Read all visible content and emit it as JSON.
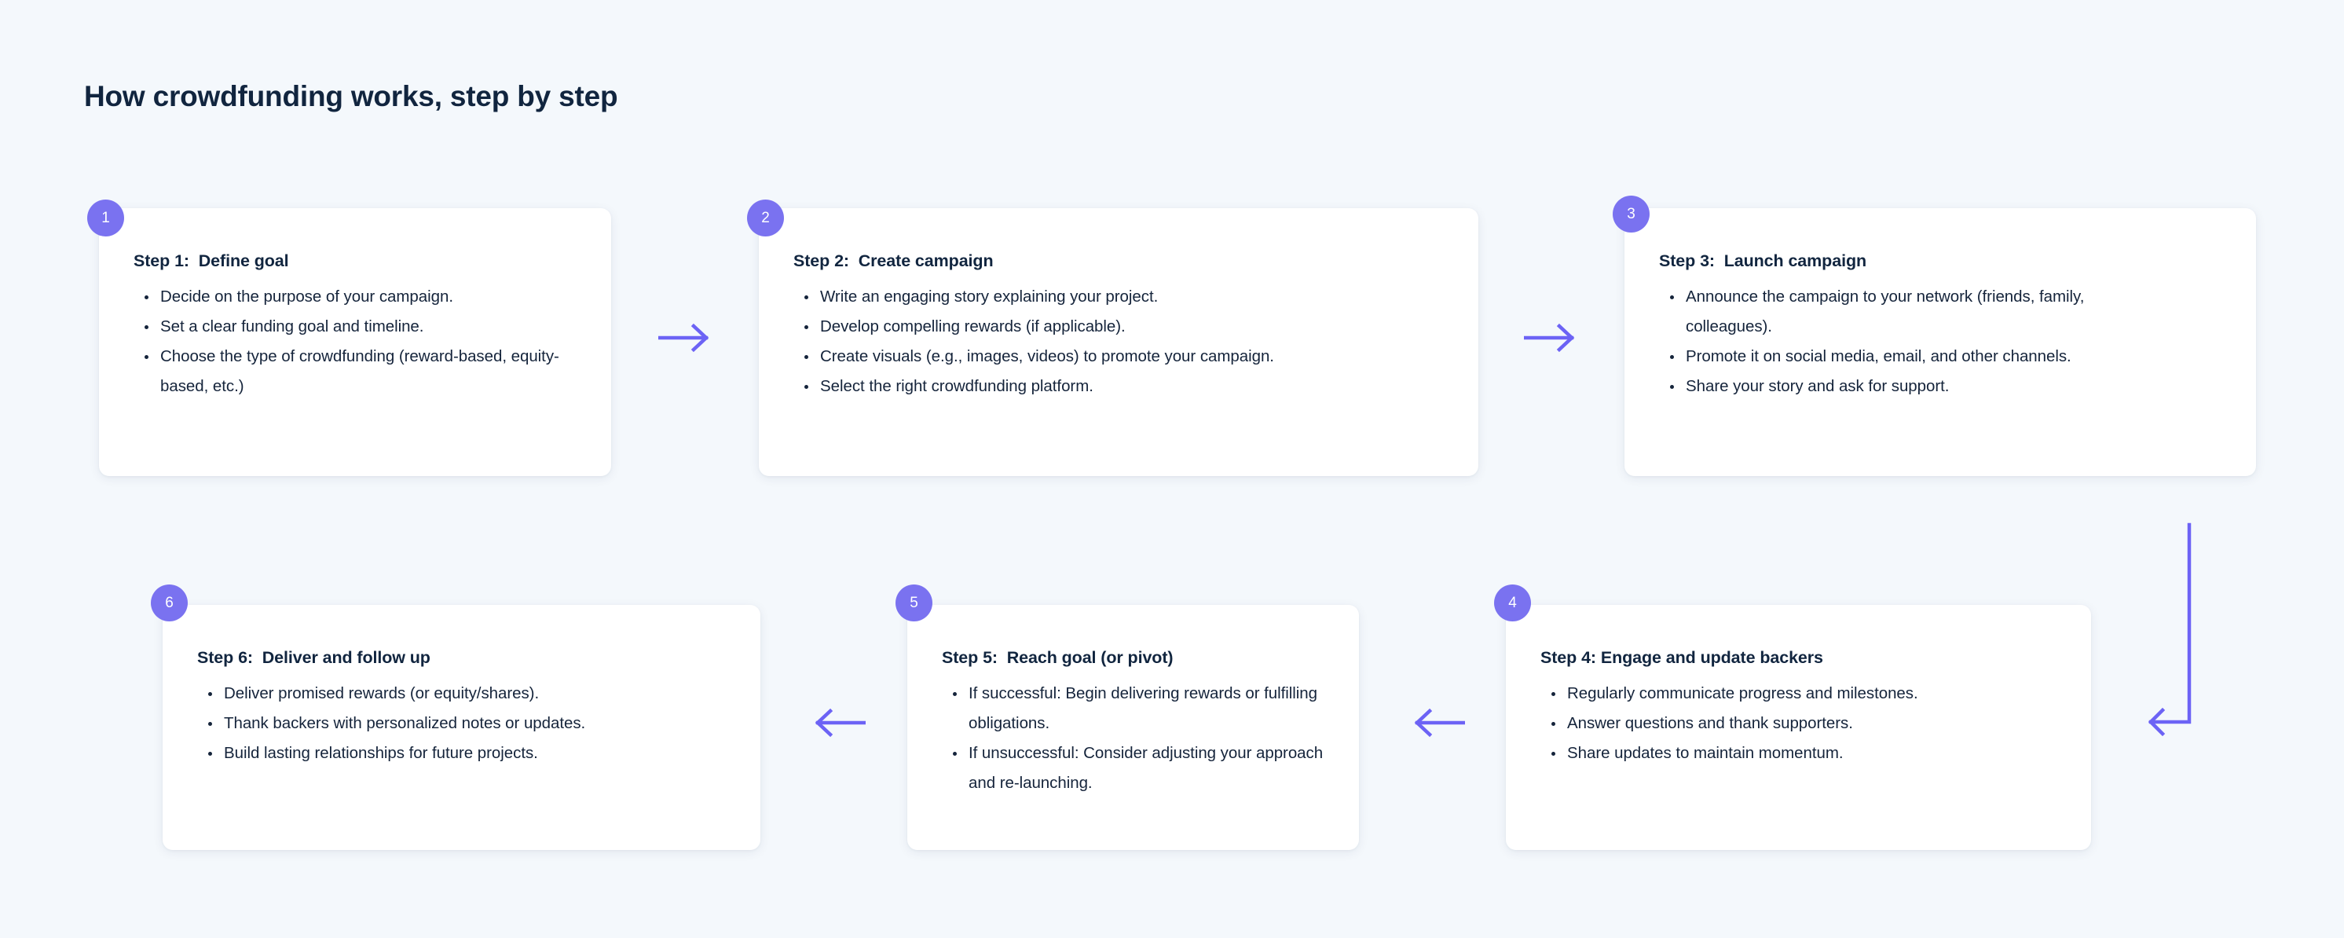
{
  "page": {
    "title": "How crowdfunding works, step by step",
    "background_color": "#F4F8FC",
    "accent_color": "#7A72F0",
    "text_color": "#11253F",
    "card_color": "#FFFFFF"
  },
  "steps": [
    {
      "badge": "1",
      "title": "Step 1:  Define goal",
      "bullets": [
        "Decide on the purpose of your campaign.",
        "Set a clear funding goal and timeline.",
        "Choose the type of crowdfunding (reward-based, equity-based, etc.)"
      ]
    },
    {
      "badge": "2",
      "title": "Step 2:  Create campaign",
      "bullets": [
        "Write an engaging story explaining your project.",
        "Develop compelling rewards (if applicable).",
        "Create visuals (e.g., images, videos) to promote your campaign.",
        "Select the right crowdfunding platform."
      ]
    },
    {
      "badge": "3",
      "title": "Step 3:  Launch campaign",
      "bullets": [
        "Announce the campaign to your network (friends, family, colleagues).",
        "Promote it on social media, email, and other channels.",
        "Share your story and ask for support."
      ]
    },
    {
      "badge": "4",
      "title": "Step 4: Engage and update backers",
      "bullets": [
        "Regularly communicate progress and milestones.",
        "Answer questions and thank supporters.",
        "Share updates to maintain momentum."
      ]
    },
    {
      "badge": "5",
      "title": "Step 5:  Reach goal (or pivot)",
      "bullets": [
        "If successful: Begin delivering rewards or fulfilling obligations.",
        "If unsuccessful: Consider adjusting your approach and re-launching."
      ]
    },
    {
      "badge": "6",
      "title": "Step 6:  Deliver and follow up",
      "bullets": [
        "Deliver promised rewards (or equity/shares).",
        "Thank backers with personalized notes or updates.",
        "Build lasting relationships for future projects."
      ]
    }
  ],
  "connectors": [
    {
      "name": "arrow-step1-to-step2",
      "direction": "right"
    },
    {
      "name": "arrow-step2-to-step3",
      "direction": "right"
    },
    {
      "name": "elbow-step3-to-step4",
      "direction": "down-then-left"
    },
    {
      "name": "arrow-step4-to-step5",
      "direction": "left"
    },
    {
      "name": "arrow-step5-to-step6",
      "direction": "left"
    }
  ]
}
